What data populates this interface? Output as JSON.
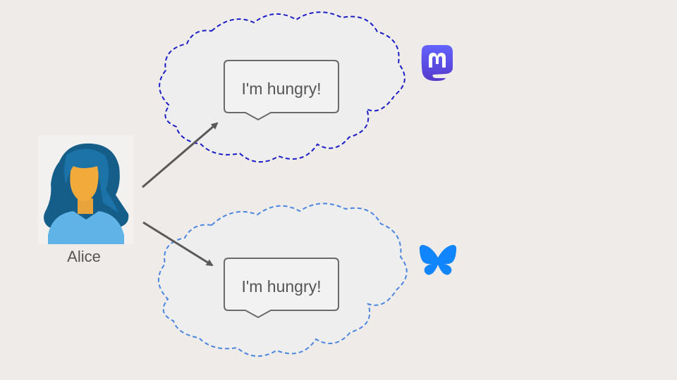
{
  "person": {
    "name": "Alice"
  },
  "posts": [
    {
      "network": "mastodon",
      "text": "I'm hungry!",
      "cloud_color": "#1a1ec8",
      "icon": "mastodon-logo-icon"
    },
    {
      "network": "bluesky",
      "text": "I'm hungry!",
      "cloud_color": "#4a86e0",
      "icon": "bluesky-butterfly-icon"
    }
  ],
  "colors": {
    "background": "#efebe9",
    "arrow": "#595959",
    "bubble_stroke": "#6a6a6a",
    "bubble_fill": "#f2f2f2",
    "mastodon": "#6364ff",
    "bluesky": "#1185fe"
  }
}
